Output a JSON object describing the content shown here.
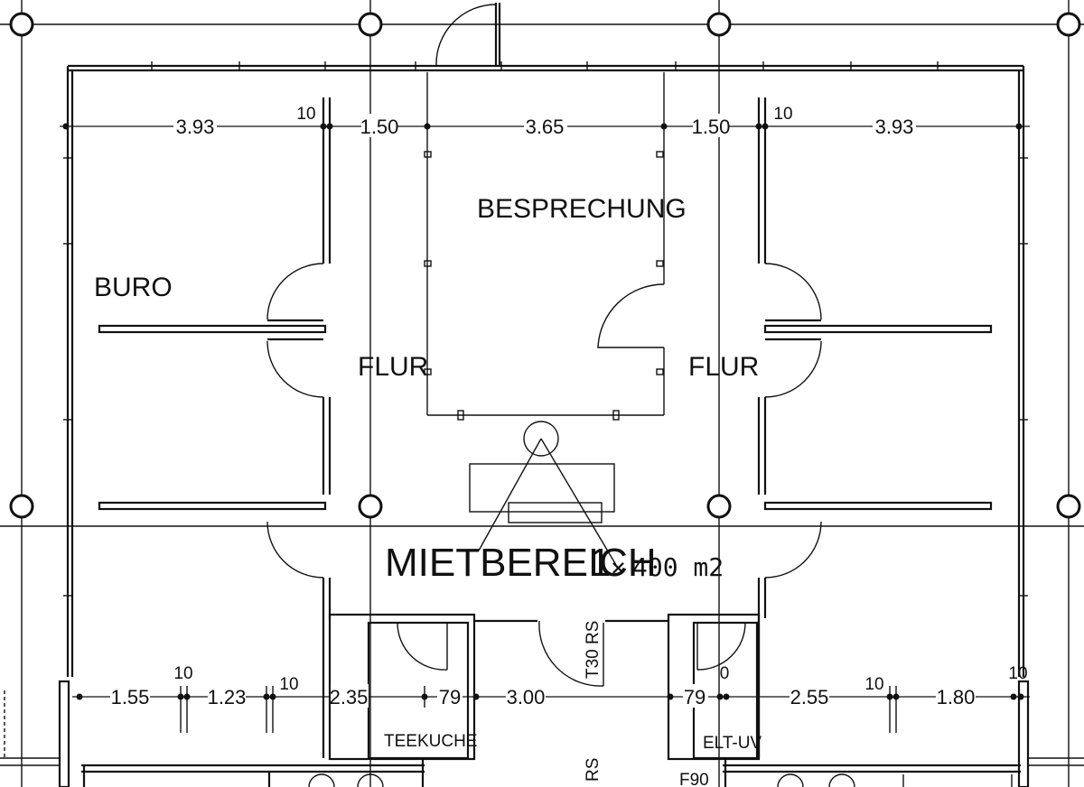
{
  "rooms": {
    "buro": "BURO",
    "besprechung": "BESPRECHUNG",
    "flur_left": "FLUR",
    "flur_right": "FLUR",
    "mietbereich": "MIETBEREICH",
    "mietbereich_num": "1",
    "area": "400 m2",
    "teekuche": "TEEKUCHE",
    "elt_uv": "ELT-UV"
  },
  "door_labels": {
    "t30": "T30 RS",
    "rs_bottom": "RS",
    "f90": "F90"
  },
  "dims_top": {
    "d1": "3.93",
    "d2": "10",
    "d3": "1.50",
    "d4": "3.65",
    "d5": "1.50",
    "d6": "10",
    "d7": "3.93"
  },
  "dims_bottom": {
    "d1": "1.55",
    "d2": "10",
    "d3": "1.23",
    "d4": "10",
    "d5": "2.35",
    "d6": "79",
    "d7": "3.00",
    "d8": "79",
    "d9": "0",
    "d10": "2.55",
    "d11": "10",
    "d12": "1.80",
    "d13": "10"
  }
}
